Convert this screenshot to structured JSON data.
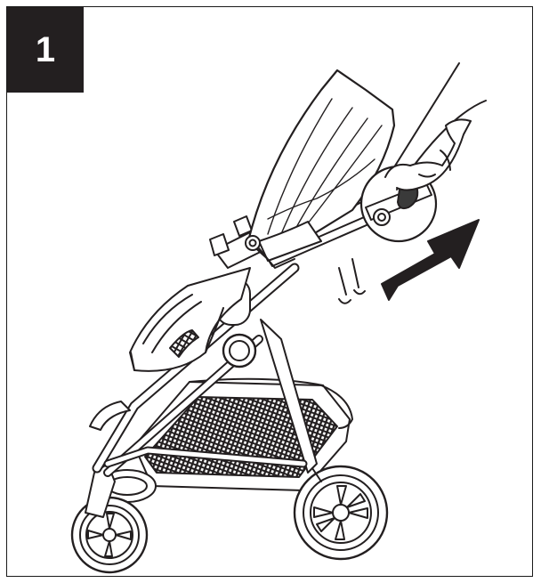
{
  "step": {
    "number": "1"
  },
  "colors": {
    "ink": "#231f20",
    "paper": "#ffffff",
    "shade": "#3a3a3a"
  },
  "illustration": {
    "subject": "stroller",
    "icons": [
      "stroller-illustration",
      "hand-icon",
      "arrow-up-right-icon",
      "callout-circle"
    ]
  }
}
